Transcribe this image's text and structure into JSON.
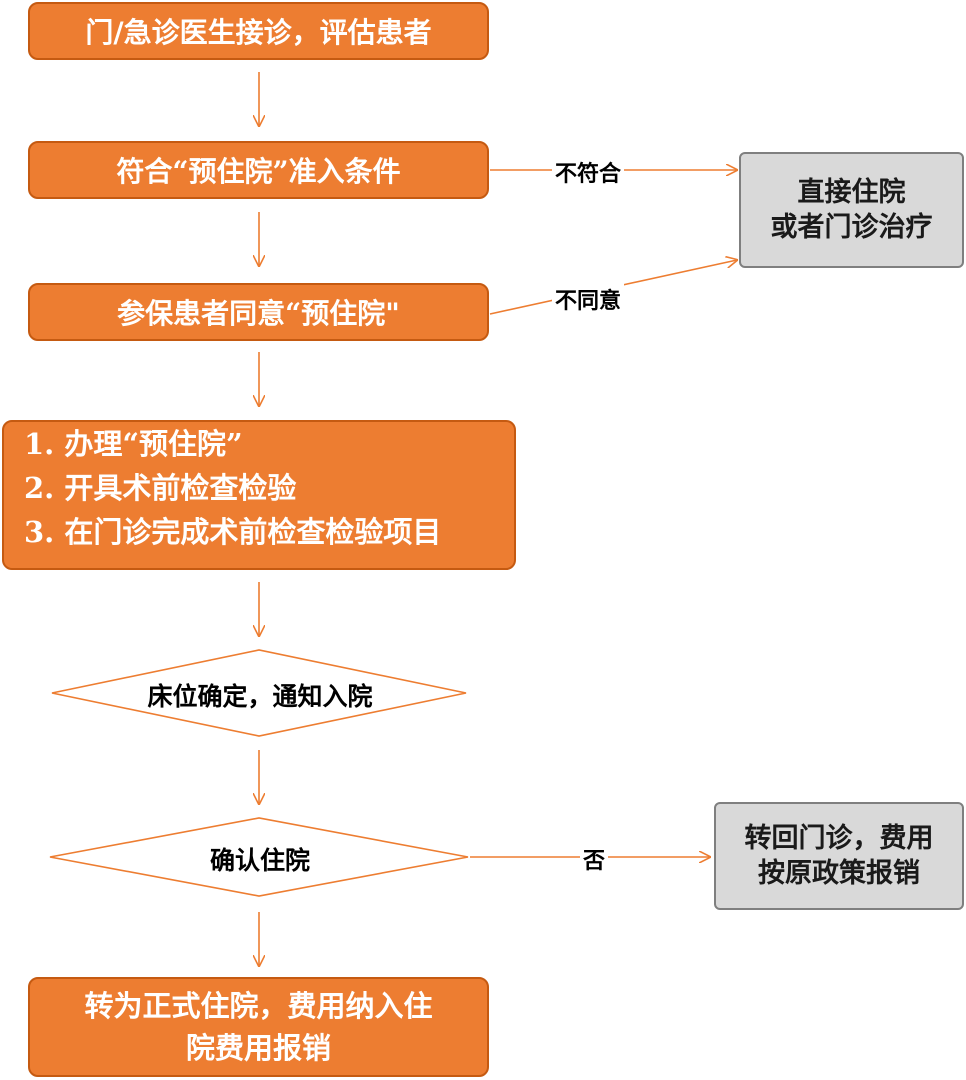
{
  "colors": {
    "accent": "#ED7D31",
    "accent_border": "#C55A11",
    "gray_fill": "#D9D9D9",
    "gray_border": "#7F7F7F"
  },
  "nodes": {
    "step1": "门/急诊医生接诊，评估患者",
    "step2": "符合“预住院”准入条件",
    "step3": "参保患者同意“预住院\"",
    "step4_lines": [
      "1. 办理“预住院”",
      "2. 开具术前检查检验",
      "3. 在门诊完成术前检查检验项目"
    ],
    "decision1": "床位确定，通知入院",
    "decision2": "确认住院",
    "final_lines": [
      "转为正式住院，费用纳入住",
      "院费用报销"
    ],
    "outcome1_lines": [
      "直接住院",
      "或者门诊治疗"
    ],
    "outcome2_lines": [
      "转回门诊，费用",
      "按原政策报销"
    ]
  },
  "edge_labels": {
    "not_meet": "不符合",
    "not_agree": "不同意",
    "no": "否"
  }
}
